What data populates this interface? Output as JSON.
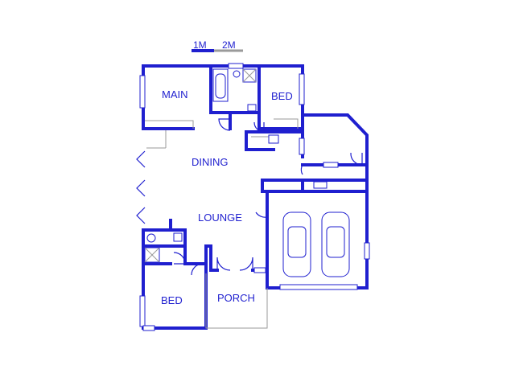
{
  "scale": {
    "label_1": "1M",
    "label_2": "2M"
  },
  "rooms": {
    "main": "MAIN",
    "bed_top": "BED",
    "dining": "DINING",
    "lounge": "LOUNGE",
    "bed_bottom": "BED",
    "porch": "PORCH"
  },
  "colors": {
    "wall": "#1f1fcf",
    "fixture_outline": "#9a9a9a",
    "background": "#ffffff"
  }
}
